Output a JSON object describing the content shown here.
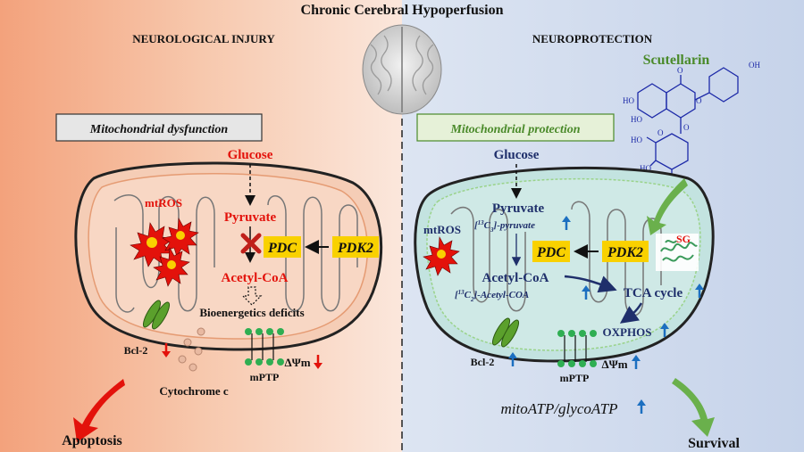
{
  "title": "Chronic Cerebral Hypoperfusion",
  "left": {
    "heading": "NEUROLOGICAL INJURY",
    "box": "Mitochondrial dysfunction",
    "glucose": "Glucose",
    "pyruvate": "Pyruvate",
    "mtros": "mtROS",
    "pdc": "PDC",
    "pdk2": "PDK2",
    "acetyl": "Acetyl-CoA",
    "bioenergetics": "Bioenergetics deficits",
    "bcl2": "Bcl-2",
    "mptp": "mPTP",
    "psi": "ΔΨm",
    "cytc": "Cytochrome c",
    "outcome": "Apoptosis"
  },
  "right": {
    "heading": "NEUROPROTECTION",
    "compound": "Scutellarin",
    "box": "Mitochondrial protection",
    "glucose": "Glucose",
    "pyruvate": "Pyruvate",
    "pyr_label_sup": "13",
    "pyr_label_c": "C",
    "pyr_label_sub": "3",
    "pyr_label_tail": "-pyruvate",
    "mtros": "mtROS",
    "pdc": "PDC",
    "pdk2": "PDK2",
    "sg": "SG",
    "acetyl": "Acetyl-CoA",
    "acetyl_label_sup": "13",
    "acetyl_label_c": "C",
    "acetyl_label_sub": "2",
    "acetyl_label_tail": "-Acetyl-COA",
    "tca": "TCA cycle",
    "oxphos": "OXPHOS",
    "bcl2": "Bcl-2",
    "mptp": "mPTP",
    "psi": "ΔΨm",
    "ratio": "mitoATP/glycoATP",
    "outcome": "Survival"
  },
  "molecule": {
    "oh_top": "OH",
    "o": "O",
    "ho1": "HO",
    "ho2": "HO",
    "ho3": "HO",
    "ho4": "HO",
    "oh_b": "OH",
    "o2": "O",
    "o3": "O",
    "o4": "O"
  },
  "colors": {
    "red": "#e3120b",
    "blue": "#1f2f6b",
    "up": "#1c6fc0",
    "green": "#4a8a2a",
    "highlight": "#f9d100"
  }
}
